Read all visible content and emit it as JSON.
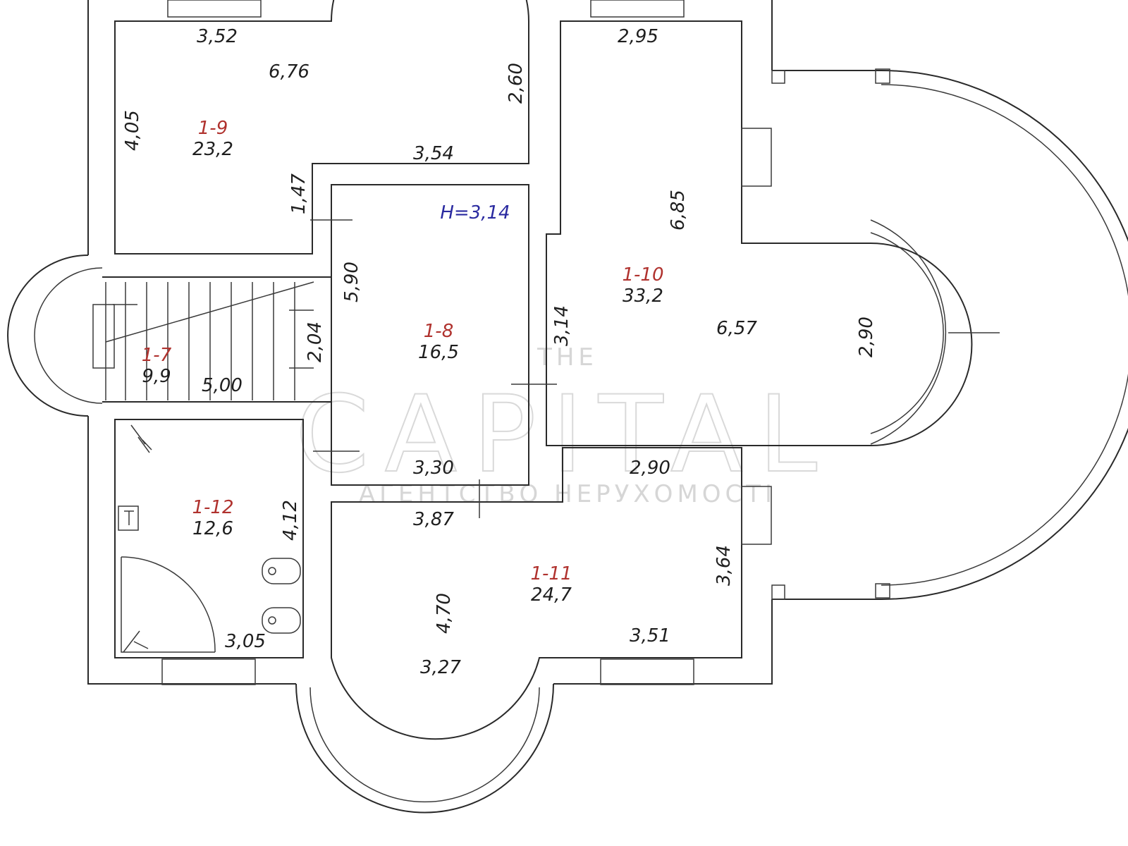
{
  "height_note": "H=3,14",
  "rooms": [
    {
      "id": "1-7",
      "area": "9,9"
    },
    {
      "id": "1-8",
      "area": "16,5"
    },
    {
      "id": "1-9",
      "area": "23,2"
    },
    {
      "id": "1-10",
      "area": "33,2"
    },
    {
      "id": "1-11",
      "area": "24,7"
    },
    {
      "id": "1-12",
      "area": "12,6"
    }
  ],
  "dimensions": [
    "3,52",
    "6,76",
    "2,60",
    "4,05",
    "3,54",
    "1,47",
    "2,95",
    "6,85",
    "3,14",
    "6,57",
    "2,90",
    "5,90",
    "2,04",
    "5,00",
    "3,30",
    "2,90",
    "3,87",
    "4,12",
    "3,05",
    "4,70",
    "3,64",
    "3,51",
    "3,27"
  ],
  "watermark": {
    "top": "THE",
    "main": "CAPITAL",
    "sub": "АГЕНТСТВО НЕРУХОМОСТІ"
  },
  "colors": {
    "walls": "#2a2a2a",
    "room_id": "#b0322e",
    "height_note": "#2a2aa0",
    "watermark": "#d6d6d6"
  }
}
